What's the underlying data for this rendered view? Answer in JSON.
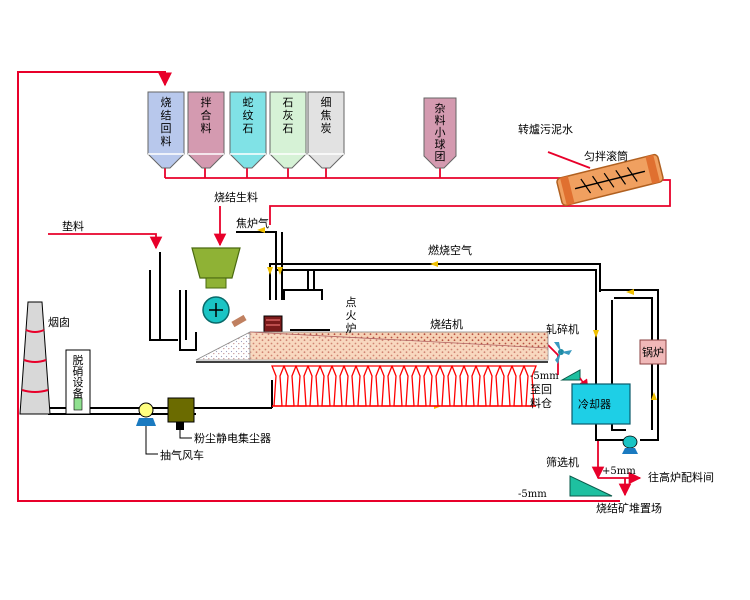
{
  "bins": [
    {
      "chars": [
        "烧",
        "结",
        "回",
        "料"
      ],
      "color": "#b8c8ec"
    },
    {
      "chars": [
        "拌",
        "合",
        "料"
      ],
      "color": "#d49ab0"
    },
    {
      "chars": [
        "蛇",
        "纹",
        "石"
      ],
      "color": "#80e2e6"
    },
    {
      "chars": [
        "石",
        "灰",
        "石"
      ],
      "color": "#d6f2d6"
    },
    {
      "chars": [
        "细",
        "焦",
        "炭"
      ],
      "color": "#e2e2e2"
    }
  ],
  "misc_bin": {
    "chars": [
      "杂",
      "料",
      "小",
      "球",
      "团"
    ],
    "color": "#d49ab0"
  },
  "labels": {
    "rotary_sludge": "转爐污泥水",
    "mixer_drum": "匀拌滚筒",
    "sinter_raw": "烧结生料",
    "coke_gas": "焦炉气",
    "bedding": "垫料",
    "combustion_air": "燃烧空气",
    "chimney": "烟囱",
    "denitration": [
      "脱",
      "硝",
      "设",
      "备"
    ],
    "ignition": [
      "点",
      "火",
      "炉"
    ],
    "sinter_machine": "烧结机",
    "crusher": "轧碎机",
    "boiler": "锅炉",
    "minus5_a": "-5mm",
    "return_to": "至回",
    "return_bin": "料仓",
    "cooler": "冷却器",
    "esp": "粉尘静电集尘器",
    "exhaust_fan": "抽气风车",
    "screen": "筛选机",
    "plus5": "+5mm",
    "to_furnace": "往高炉配料间",
    "minus5_b": "-5mm",
    "stockyard": "烧结矿堆置场"
  },
  "colors": {
    "red_line": "#e8002a",
    "black_line": "#000000",
    "arrow_yellow": "#f0c000",
    "feed_hopper": "#8fb235",
    "drum_cyan": "#1ac4c4",
    "bed_pink": "#f6d2b6",
    "bed_dots": "#b85040",
    "windbox": "#ff0000",
    "cooler": "#1ecfe6",
    "boiler": "#f0b8b8",
    "esp": "#6b6b00",
    "fan": "#ffff80",
    "screen": "#1ec0a0",
    "chimney": "#c8c8c8"
  }
}
